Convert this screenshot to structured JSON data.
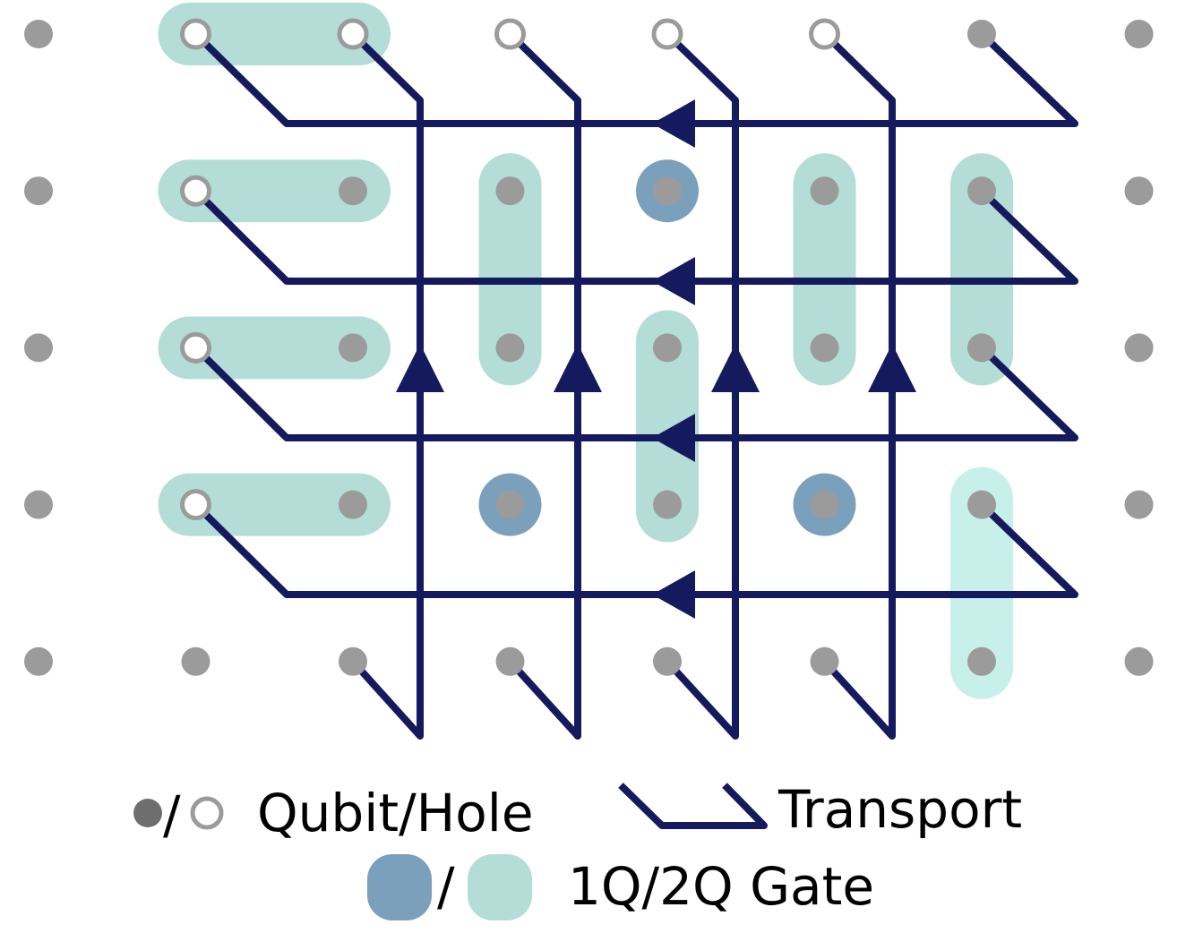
{
  "colors": {
    "qubit": "#9b9b9b",
    "hole_fill": "#ffffff",
    "hole_stroke": "#9b9b9b",
    "legend_qubit": "#6e6e6e",
    "transport": "#151a5e",
    "gate_1q": "#7aa0bc",
    "gate_2q": "#b3ddd6",
    "gate_2q_light": "#c7f0ea"
  },
  "grid": {
    "columns": 8,
    "rows": 5,
    "holes": [
      [
        1,
        0
      ],
      [
        2,
        0
      ],
      [
        3,
        0
      ],
      [
        4,
        0
      ],
      [
        5,
        0
      ],
      [
        1,
        1
      ],
      [
        1,
        2
      ],
      [
        1,
        3
      ]
    ],
    "hidden": []
  },
  "gates": {
    "two_qubit": [
      {
        "a": [
          1,
          0
        ],
        "b": [
          2,
          0
        ],
        "style": "normal"
      },
      {
        "a": [
          1,
          1
        ],
        "b": [
          2,
          1
        ],
        "style": "normal"
      },
      {
        "a": [
          1,
          2
        ],
        "b": [
          2,
          2
        ],
        "style": "normal"
      },
      {
        "a": [
          1,
          3
        ],
        "b": [
          2,
          3
        ],
        "style": "normal"
      },
      {
        "a": [
          3,
          1
        ],
        "b": [
          3,
          2
        ],
        "style": "normal"
      },
      {
        "a": [
          5,
          1
        ],
        "b": [
          5,
          2
        ],
        "style": "normal"
      },
      {
        "a": [
          6,
          1
        ],
        "b": [
          6,
          2
        ],
        "style": "normal"
      },
      {
        "a": [
          4,
          2
        ],
        "b": [
          4,
          3
        ],
        "style": "normal"
      },
      {
        "a": [
          6,
          3
        ],
        "b": [
          6,
          4
        ],
        "style": "light"
      }
    ],
    "one_qubit": [
      [
        4,
        1
      ],
      [
        3,
        3
      ],
      [
        5,
        3
      ]
    ]
  },
  "legend": {
    "separator": "/",
    "qubit_hole_label": "Qubit/Hole",
    "transport_label": "Transport",
    "gate_label": "1Q/2Q Gate"
  }
}
